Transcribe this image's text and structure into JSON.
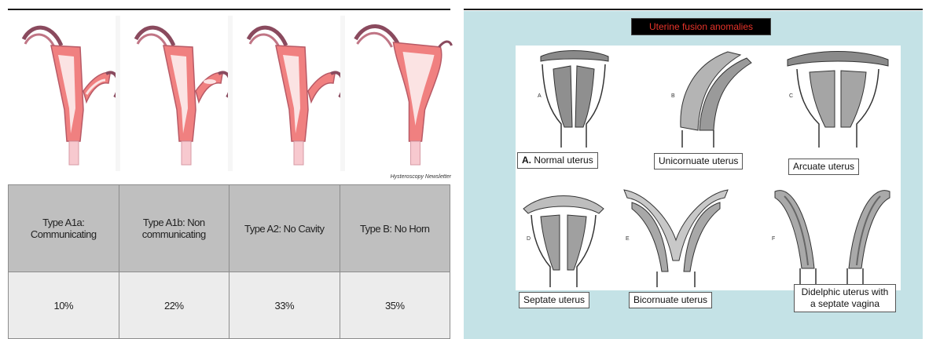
{
  "credit": "Hysteroscopy Newsletter",
  "table": {
    "headers": [
      "Type A1a: Communicating",
      "Type A1b: Non communicating",
      "Type A2: No Cavity",
      "Type B: No Horn"
    ],
    "values": [
      "10%",
      "22%",
      "33%",
      "35%"
    ]
  },
  "right": {
    "title": "Uterine fusion anomalies",
    "letters": [
      "A",
      "B",
      "C",
      "D",
      "E",
      "F"
    ],
    "labels": {
      "a_prefix": "A.",
      "a": "Normal uterus",
      "b": "Unicornuate uterus",
      "c": "Arcuate uterus",
      "d": "Septate uterus",
      "e": "Bicornuate uterus",
      "f": "Didelphic uterus with a septate vagina"
    }
  },
  "colors": {
    "pink": "#f08080",
    "pink_dark": "#b85a66",
    "pale": "#fbe3e3",
    "horn_tube": "#8a4a5e",
    "teal_bg": "#c4e2e6",
    "title_red": "#e8332a"
  }
}
